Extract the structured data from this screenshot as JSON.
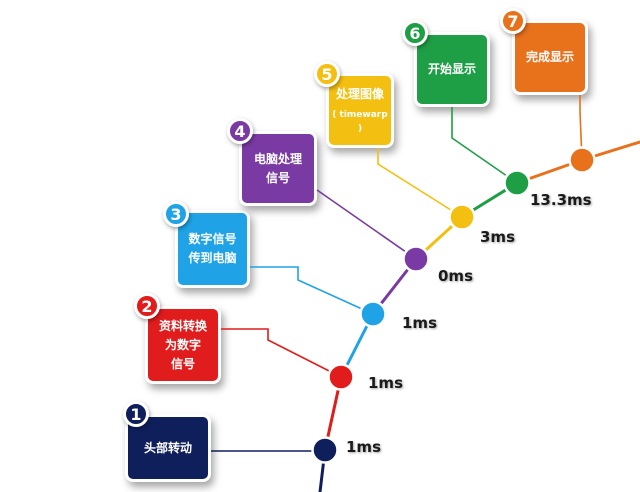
{
  "steps": [
    {
      "number": "1",
      "lines": [
        "头部转动"
      ],
      "time": "1ms",
      "color": "#0f1f5c"
    },
    {
      "number": "2",
      "lines": [
        "资料转换",
        "为数字",
        "信号"
      ],
      "time": "1ms",
      "color": "#e11c1c"
    },
    {
      "number": "3",
      "lines": [
        "数字信号",
        "传到电脑"
      ],
      "time": "1ms",
      "color": "#1fa3e6"
    },
    {
      "number": "4",
      "lines": [
        "电脑处理",
        "信号"
      ],
      "time": "0ms",
      "color": "#7a3aa3"
    },
    {
      "number": "5",
      "lines": [
        "处理图像"
      ],
      "subtext": "( timewarp )",
      "time": "3ms",
      "color": "#f3c012"
    },
    {
      "number": "6",
      "lines": [
        "开始显示"
      ],
      "time": "13.3ms",
      "color": "#1e9e45"
    },
    {
      "number": "7",
      "lines": [
        "完成显示"
      ],
      "time": "",
      "color": "#e8711c"
    }
  ]
}
